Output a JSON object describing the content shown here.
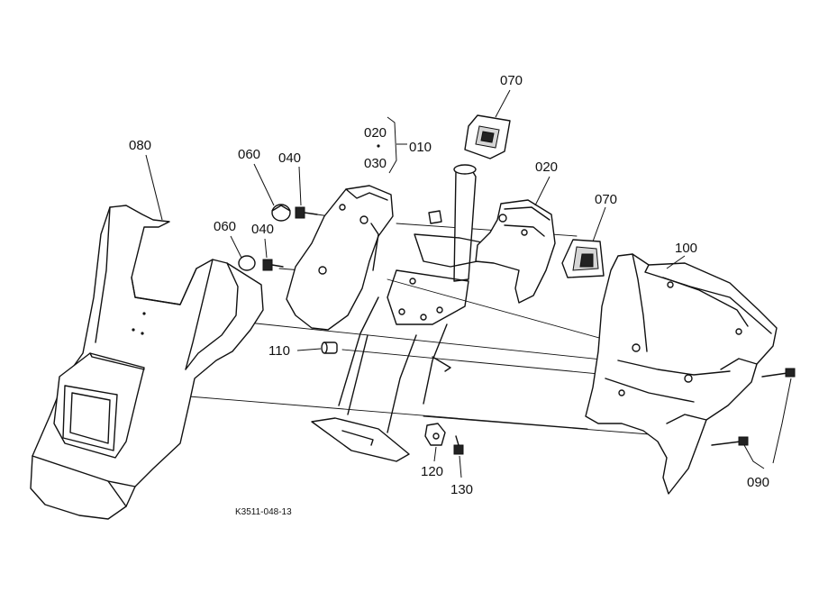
{
  "diagram": {
    "drawing_code": "K3511-048-13",
    "callouts": {
      "c010": "010",
      "c020_top": "020",
      "c030": "030",
      "c020": "020",
      "c040_a": "040",
      "c040_b": "040",
      "c060_a": "060",
      "c060_b": "060",
      "c070_a": "070",
      "c070_b": "070",
      "c080": "080",
      "c090": "090",
      "c100": "100",
      "c110": "110",
      "c120": "120",
      "c130": "130"
    }
  }
}
